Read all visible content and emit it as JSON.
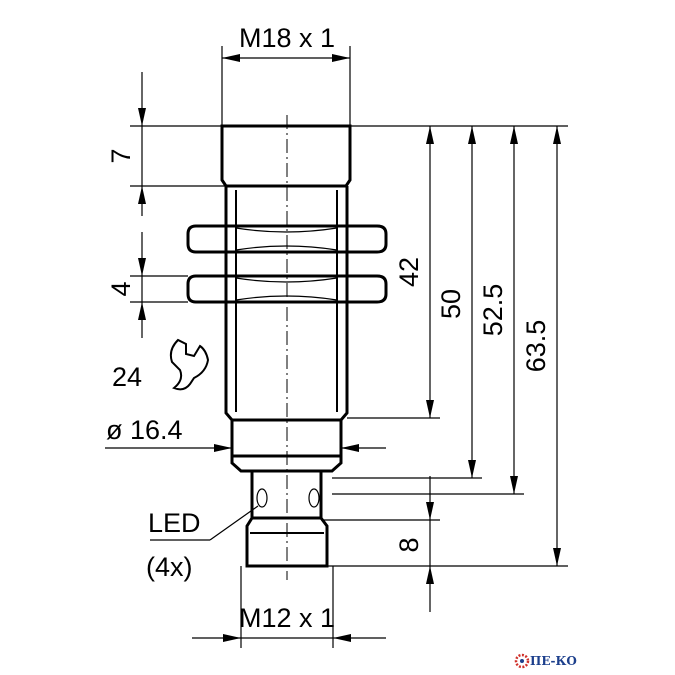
{
  "dimensions": {
    "thread_top": "M18 x 1",
    "thread_bottom": "M12 x 1",
    "height_7": "7",
    "height_4": "4",
    "wrench_size": "24",
    "diameter": "ø 16.4",
    "len_42": "42",
    "len_50": "50",
    "len_52_5": "52.5",
    "len_63_5": "63.5",
    "len_8": "8"
  },
  "labels": {
    "led": "LED",
    "led_count": "(4x)"
  },
  "logo": {
    "text": "ПЕ-КО",
    "color": "#1c3f8c",
    "accent": "#d0302a"
  }
}
